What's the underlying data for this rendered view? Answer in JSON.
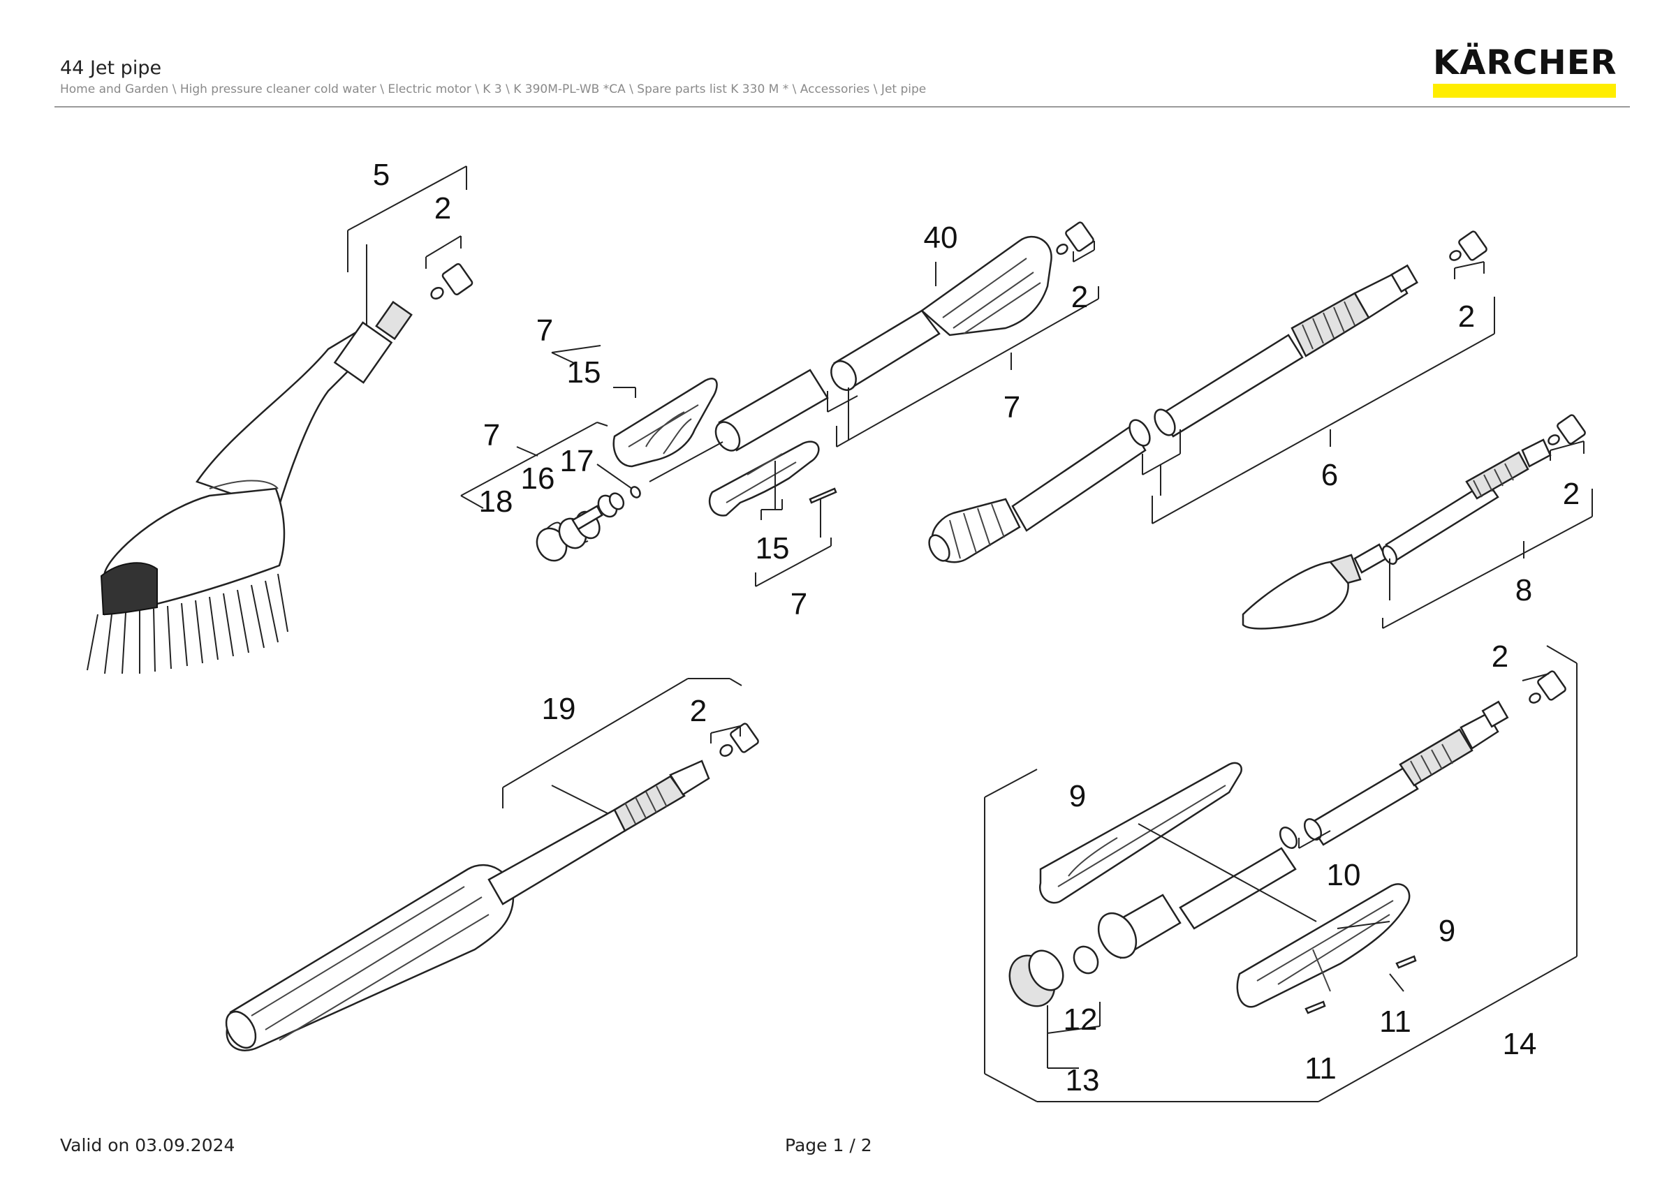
{
  "header": {
    "title": "44 Jet pipe",
    "breadcrumb": "Home and Garden \\ High pressure cleaner cold water \\ Electric motor \\ K 3 \\ K 390M-PL-WB *CA \\ Spare parts list K 330 M * \\ Accessories \\ Jet pipe",
    "logo": "KÄRCHER"
  },
  "colors": {
    "brand_yellow": "#ffed00",
    "ink": "#222222"
  },
  "callouts": {
    "brush_assembly": "5",
    "brush_oring": "2",
    "lance_40_oring": "2",
    "tube_part_7": "7",
    "tube_part_6": "6",
    "tube_6_oring": "2",
    "dirt_blaster_oring": "2",
    "dirt_blaster": "8",
    "small_set_top": "7",
    "small_set_top_15": "15",
    "set_left": "7",
    "spring_18": "18",
    "pin_16": "16",
    "oring_17": "17",
    "set_bottom_15": "15",
    "set_bottom": "7",
    "nozzle_40": "40",
    "gun_19": "19",
    "gun_oring": "2",
    "vario_oring": "2",
    "vario_shell_top": "9",
    "vario_tube": "10",
    "vario_shell_bottom": "9",
    "screw_right": "11",
    "screw_left": "11",
    "oring_12": "12",
    "nozzle_head_13": "13",
    "vario_lance_14": "14"
  },
  "footer": {
    "valid": "Valid on 03.09.2024",
    "page": "Page 1 / 2"
  }
}
